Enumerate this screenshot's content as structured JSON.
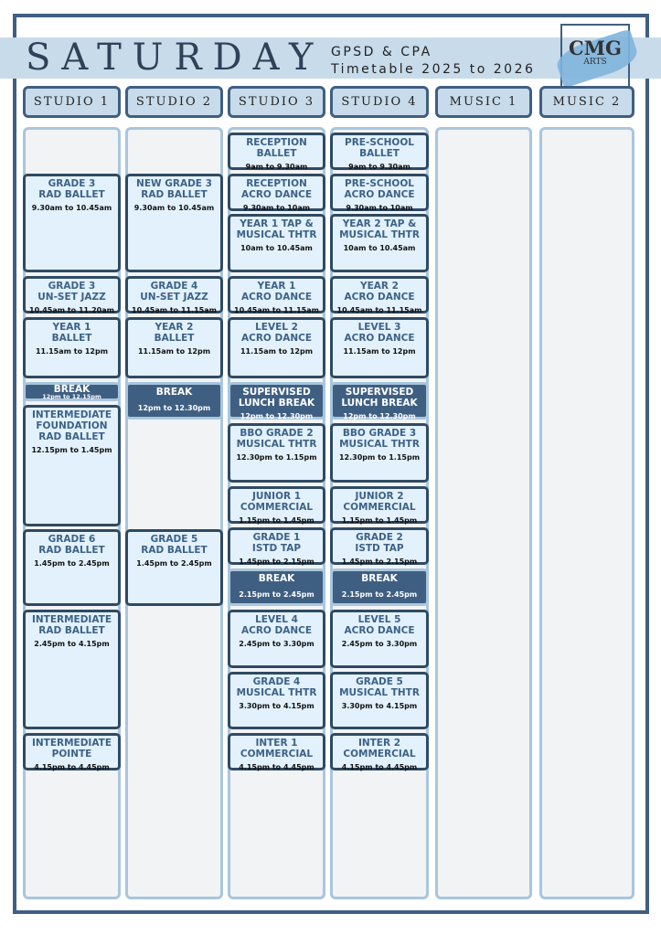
{
  "header": {
    "day": "SATURDAY",
    "line1": "GPSD & CPA",
    "line2": "Timetable 2025 to 2026",
    "logo_main": "CMG",
    "logo_sub": "ARTS"
  },
  "columns": [
    "STUDIO 1",
    "STUDIO 2",
    "STUDIO 3",
    "STUDIO 4",
    "MUSIC 1",
    "MUSIC 2"
  ],
  "sessions": [
    [
      {
        "lines": [
          "GRADE 3",
          "RAD BALLET"
        ],
        "time": "9.30am to 10.45am"
      },
      {
        "lines": [
          "GRADE 3",
          "UN-SET JAZZ"
        ],
        "time": "10.45am to 11.20am"
      },
      {
        "lines": [
          "YEAR 1",
          "BALLET"
        ],
        "time": "11.15am to 12pm"
      },
      {
        "lines": [
          "BREAK"
        ],
        "time": "12pm to 12.15pm",
        "dark": true
      },
      {
        "lines": [
          "INTERMEDIATE",
          "FOUNDATION",
          "RAD BALLET"
        ],
        "time": "12.15pm to 1.45pm"
      },
      {
        "lines": [
          "GRADE 6",
          "RAD BALLET"
        ],
        "time": "1.45pm to 2.45pm"
      },
      {
        "lines": [
          "INTERMEDIATE",
          "RAD BALLET"
        ],
        "time": "2.45pm to 4.15pm"
      },
      {
        "lines": [
          "INTERMEDIATE",
          "POINTE"
        ],
        "time": "4.15pm to 4.45pm"
      }
    ],
    [
      {
        "lines": [
          "NEW GRADE 3",
          "RAD BALLET"
        ],
        "time": "9.30am to 10.45am"
      },
      {
        "lines": [
          "GRADE 4",
          "UN-SET JAZZ"
        ],
        "time": "10.45am to 11.15am"
      },
      {
        "lines": [
          "YEAR 2",
          "BALLET"
        ],
        "time": "11.15am to 12pm"
      },
      {
        "lines": [
          "BREAK"
        ],
        "time": "12pm to 12.30pm",
        "dark": true
      },
      {
        "lines": [
          "GRADE 5",
          "RAD BALLET"
        ],
        "time": "1.45pm to 2.45pm"
      }
    ],
    [
      {
        "lines": [
          "RECEPTION",
          "BALLET"
        ],
        "time": "9am to 9.30am"
      },
      {
        "lines": [
          "RECEPTION",
          "ACRO DANCE"
        ],
        "time": "9.30am to 10am"
      },
      {
        "lines": [
          "YEAR 1 TAP &",
          "MUSICAL THTR"
        ],
        "time": "10am to 10.45am"
      },
      {
        "lines": [
          "YEAR 1",
          "ACRO DANCE"
        ],
        "time": "10.45am to 11.15am"
      },
      {
        "lines": [
          "LEVEL 2",
          "ACRO DANCE"
        ],
        "time": "11.15am to 12pm"
      },
      {
        "lines": [
          "SUPERVISED",
          "LUNCH BREAK"
        ],
        "time": "12pm to 12.30pm",
        "dark": true
      },
      {
        "lines": [
          "BBO GRADE 2",
          "MUSICAL THTR"
        ],
        "time": "12.30pm to 1.15pm"
      },
      {
        "lines": [
          "JUNIOR 1",
          "COMMERCIAL"
        ],
        "time": "1.15pm to 1.45pm"
      },
      {
        "lines": [
          "GRADE 1",
          "ISTD TAP"
        ],
        "time": "1.45pm to 2.15pm"
      },
      {
        "lines": [
          "BREAK"
        ],
        "time": "2.15pm to 2.45pm",
        "dark": true
      },
      {
        "lines": [
          "LEVEL 4",
          "ACRO DANCE"
        ],
        "time": "2.45pm to 3.30pm"
      },
      {
        "lines": [
          "GRADE 4",
          "MUSICAL THTR"
        ],
        "time": "3.30pm to 4.15pm"
      },
      {
        "lines": [
          "INTER 1",
          "COMMERCIAL"
        ],
        "time": "4.15pm to 4.45pm"
      }
    ],
    [
      {
        "lines": [
          "PRE-SCHOOL",
          "BALLET"
        ],
        "time": "9am to 9.30am"
      },
      {
        "lines": [
          "PRE-SCHOOL",
          "ACRO DANCE"
        ],
        "time": "9.30am to 10am"
      },
      {
        "lines": [
          "YEAR 2 TAP &",
          "MUSICAL THTR"
        ],
        "time": "10am to 10.45am"
      },
      {
        "lines": [
          "YEAR 2",
          "ACRO DANCE"
        ],
        "time": "10.45am to 11.15am"
      },
      {
        "lines": [
          "LEVEL 3",
          "ACRO DANCE"
        ],
        "time": "11.15am to 12pm"
      },
      {
        "lines": [
          "SUPERVISED",
          "LUNCH BREAK"
        ],
        "time": "12pm to 12.30pm",
        "dark": true
      },
      {
        "lines": [
          "BBO GRADE 3",
          "MUSICAL THTR"
        ],
        "time": "12.30pm to 1.15pm"
      },
      {
        "lines": [
          "JUNIOR 2",
          "COMMERCIAL"
        ],
        "time": "1.15pm to 1.45pm"
      },
      {
        "lines": [
          "GRADE 2",
          "ISTD TAP"
        ],
        "time": "1.45pm to 2.15pm"
      },
      {
        "lines": [
          "BREAK"
        ],
        "time": "2.15pm to 2.45pm",
        "dark": true
      },
      {
        "lines": [
          "LEVEL 5",
          "ACRO DANCE"
        ],
        "time": "2.45pm to 3.30pm"
      },
      {
        "lines": [
          "GRADE 5",
          "MUSICAL THTR"
        ],
        "time": "3.30pm to 4.15pm"
      },
      {
        "lines": [
          "INTER 2",
          "COMMERCIAL"
        ],
        "time": "4.15pm to 4.45pm"
      }
    ],
    [],
    []
  ]
}
